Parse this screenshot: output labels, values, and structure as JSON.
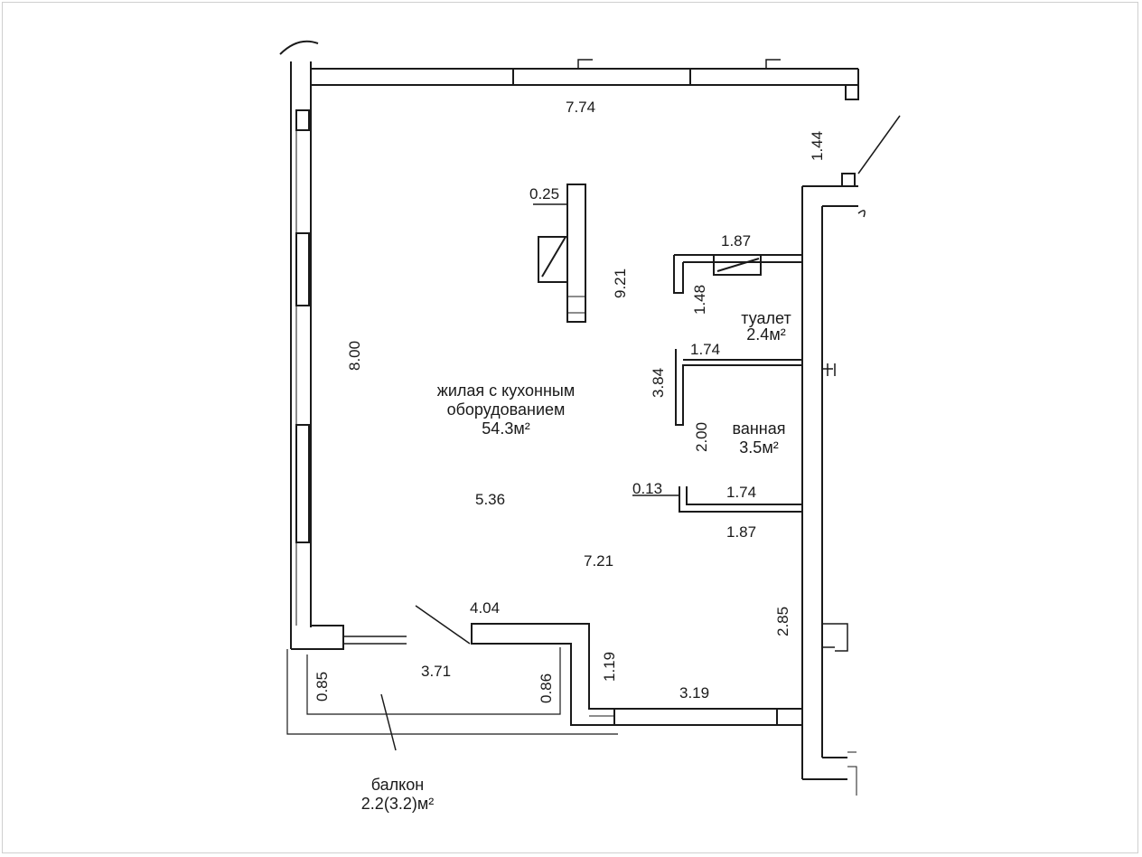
{
  "rooms": {
    "living": {
      "line1": "жилая с кухонным",
      "line2": "оборудованием",
      "area": "54.3м²"
    },
    "toilet": {
      "name": "туалет",
      "area": "2.4м²"
    },
    "bath": {
      "name": "ванная",
      "area": "3.5м²"
    },
    "balcony": {
      "name": "балкон",
      "area": "2.2(3.2)м²"
    }
  },
  "dimensions": {
    "top_width": "7.74",
    "right_top": "1.44",
    "column_width": "0.25",
    "column_height": "9.21",
    "toilet_width": "1.87",
    "toilet_depth": "1.48",
    "bath_top": "1.74",
    "bath_depth": "3.84",
    "bath_height": "2.00",
    "bath_wall": "0.13",
    "bath_bottom": "1.74",
    "bath_outer": "1.87",
    "left_height": "8.00",
    "mid_width": "5.36",
    "mid_depth": "7.21",
    "balcony_wall": "4.04",
    "right_lower": "2.85",
    "niche_depth": "1.19",
    "bottom_width": "3.19",
    "balcony_width": "3.71",
    "balcony_left": "0.85",
    "balcony_right": "0.86"
  }
}
